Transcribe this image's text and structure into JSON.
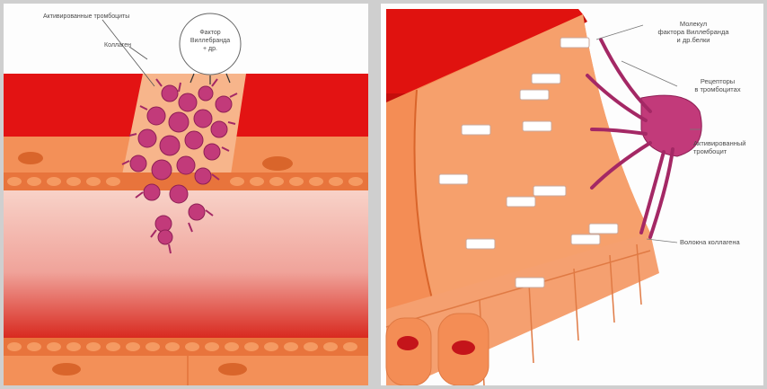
{
  "left_panel": {
    "labels": {
      "activated_platelets": "Активированные тромбоциты",
      "collagen": "Коллаген",
      "circle_text_line1": "Фактор",
      "circle_text_line2": "Виллебранда",
      "circle_text_line3": "+ др."
    }
  },
  "right_panel": {
    "labels": {
      "factor_line1": "Молекул",
      "factor_line2": "фактора Виллебранда",
      "factor_line3": "и др.белки",
      "receptors_line1": "Рецепторы",
      "receptors_line2": "в тромбоцитах",
      "activated_line1": "Активированный",
      "activated_line2": "тромбоцит",
      "collagen_fibers": "Волокна коллагена"
    }
  },
  "colors": {
    "blood_red": "#e60a0a",
    "tissue_orange": "#f48d55",
    "cell_orange": "#f7a875",
    "platelet_magenta": "#c23a7a",
    "background": "#fdfdfd"
  }
}
